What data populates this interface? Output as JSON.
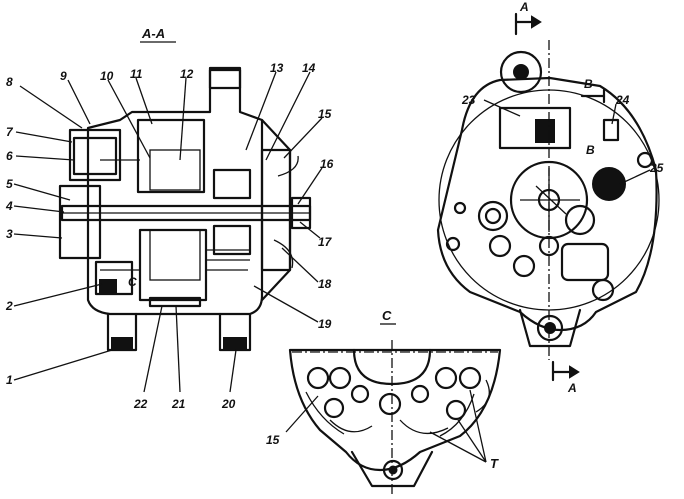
{
  "section_title": "А-А",
  "view_c_title": "С",
  "letters": {
    "a_top": "А",
    "a_bottom": "А",
    "b_arrow": "В",
    "b_inner": "В",
    "c_inner": "С",
    "t": "Т"
  },
  "callouts": {
    "n1": "1",
    "n2": "2",
    "n3": "3",
    "n4": "4",
    "n5": "5",
    "n6": "6",
    "n7": "7",
    "n8": "8",
    "n9": "9",
    "n10": "10",
    "n11": "11",
    "n12": "12",
    "n13": "13",
    "n14": "14",
    "n15": "15",
    "n16": "16",
    "n17": "17",
    "n18": "18",
    "n19": "19",
    "n20": "20",
    "n21": "21",
    "n22": "22",
    "n23": "23",
    "n24": "24",
    "n25": "25",
    "n15b": "15"
  }
}
